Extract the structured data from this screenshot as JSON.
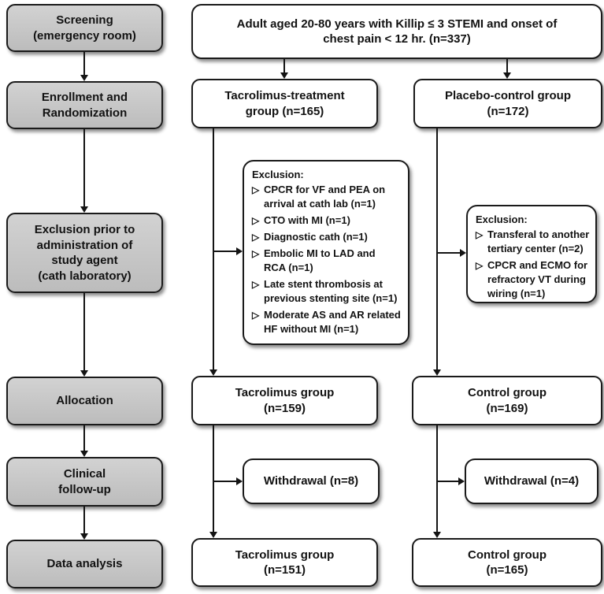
{
  "flow": {
    "stages": {
      "screening": "Screening\n(emergency room)",
      "enrollment": "Enrollment and\nRandomization",
      "exclusion_admin": "Exclusion prior to\nadministration of\nstudy agent\n(cath laboratory)",
      "allocation": "Allocation",
      "followup": "Clinical\nfollow-up",
      "data_analysis": "Data analysis"
    },
    "screening_pool": "Adult aged 20-80 years with Killip ≤ 3 STEMI and onset of\nchest pain < 12 hr. (n=337)",
    "arms": {
      "treatment_enrolled": "Tacrolimus-treatment\ngroup (n=165)",
      "control_enrolled": "Placebo-control group\n(n=172)",
      "treatment_allocated": "Tacrolimus group\n(n=159)",
      "control_allocated": "Control group\n(n=169)",
      "treatment_withdrawal": "Withdrawal (n=8)",
      "control_withdrawal": "Withdrawal (n=4)",
      "treatment_final": "Tacrolimus group\n(n=151)",
      "control_final": "Control group\n(n=165)"
    },
    "exclusion_treatment": {
      "title": "Exclusion:",
      "items": [
        "CPCR for VF and PEA on\narrival at cath lab (n=1)",
        "CTO with MI (n=1)",
        "Diagnostic cath (n=1)",
        "Embolic MI to LAD and\nRCA (n=1)",
        "Late stent thrombosis at\nprevious stenting site (n=1)",
        "Moderate AS and AR related\nHF without MI (n=1)"
      ]
    },
    "exclusion_control": {
      "title": "Exclusion:",
      "items": [
        "Transferal to another\ntertiary center (n=2)",
        "CPCR and ECMO for\nrefractory VT during\nwiring (n=1)"
      ]
    },
    "icons": {
      "bullet_arrow": "▷"
    },
    "colors": {
      "stage_fill": "#c6c6c6",
      "node_fill": "#ffffff",
      "line": "#141414"
    }
  }
}
